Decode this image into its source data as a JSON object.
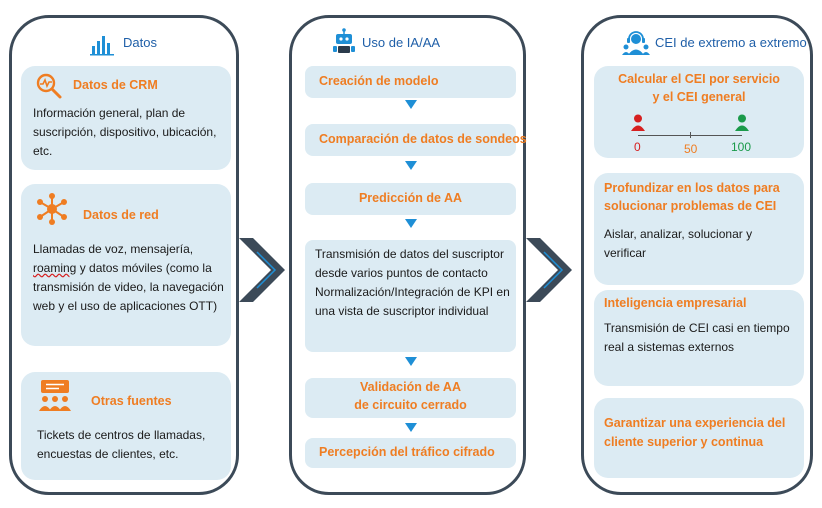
{
  "panels": {
    "data": {
      "title": "Datos",
      "crm": {
        "title": "Datos de CRM",
        "text": "Información general, plan de suscripción, dispositivo, ubicación, etc."
      },
      "network": {
        "title": "Datos de red",
        "text_word": "roaming",
        "text_before": "Llamadas de voz, mensajería, ",
        "text_after": " y datos móviles (como la transmisión de video, la navegación web y el uso de aplicaciones OTT)"
      },
      "other": {
        "title": "Otras fuentes",
        "text": "Tickets de centros de llamadas, encuestas de clientes, etc."
      }
    },
    "ai": {
      "title": "Uso de IA/AA",
      "steps": [
        "Creación de modelo",
        "Comparación de datos de sondeos",
        "Predicción de AA",
        "Transmisión de datos del suscriptor desde varios puntos de contacto Normalización/Integración de KPI en una vista de suscriptor individual",
        "Validación de AA de circuito cerrado",
        "Percepción del tráfico cifrado"
      ],
      "step5_line1": "Validación de AA",
      "step5_line2": "de circuito cerrado"
    },
    "cei": {
      "title": "CEI de extremo a extremo",
      "calc": {
        "title_line1": "Calcular el CEI por servicio",
        "title_line2": "y el CEI general",
        "scale": [
          "0",
          "50",
          "100"
        ]
      },
      "deep": {
        "title": "Profundizar en los datos para solucionar problemas de CEI",
        "text": "Aislar, analizar, solucionar y verificar"
      },
      "bi": {
        "title": "Inteligencia empresarial",
        "text": "Transmisión de CEI casi en tiempo real a sistemas externos"
      },
      "guarantee": {
        "title": "Garantizar una experiencia del cliente superior y continua"
      }
    }
  },
  "colors": {
    "accent": "#ef7d22",
    "box": "#dcebf3",
    "border": "#3c4a58",
    "blue": "#1e8fd6",
    "red": "#d62020",
    "green": "#1a9a4a"
  }
}
